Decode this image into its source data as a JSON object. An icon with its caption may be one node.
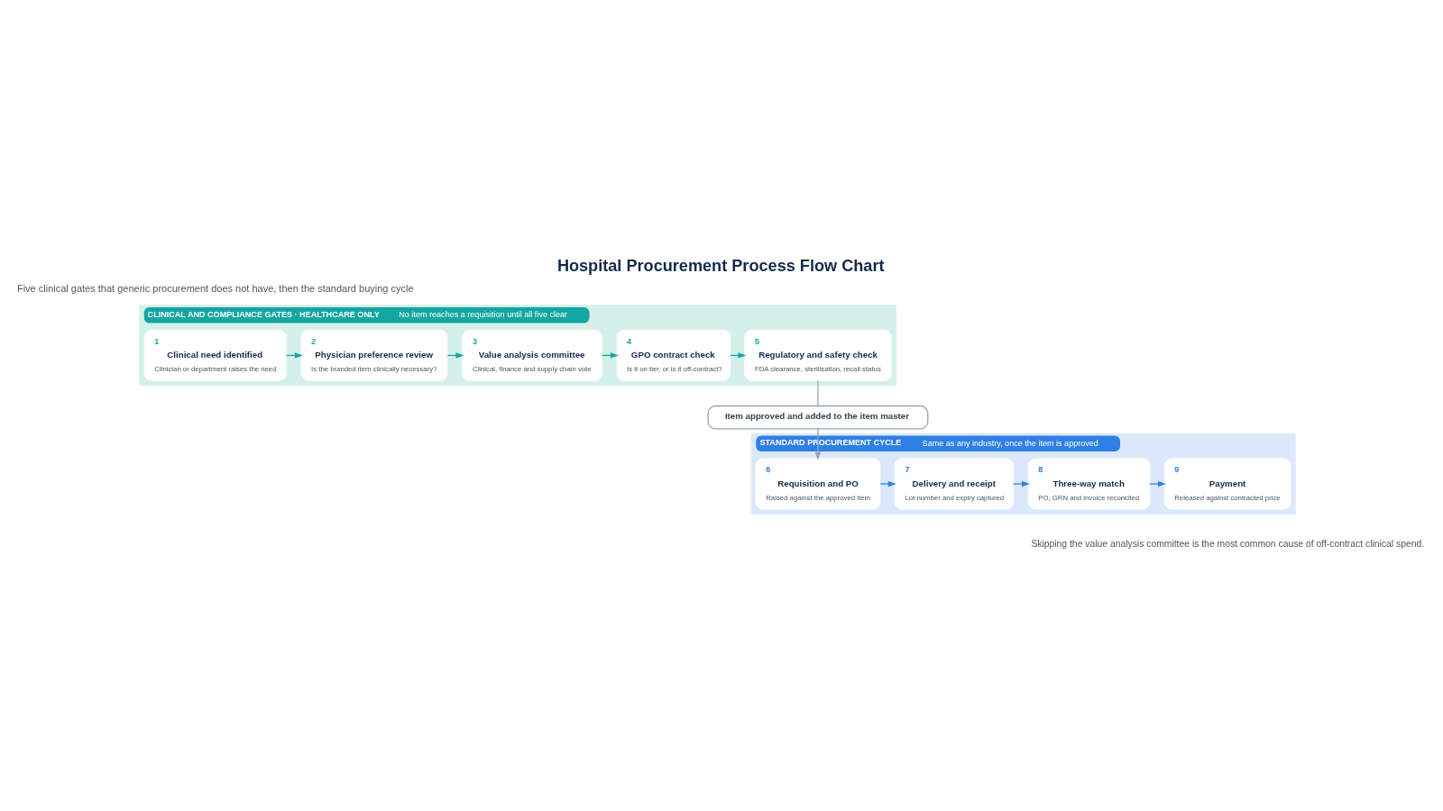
{
  "diagram": {
    "title": "Hospital Procurement Process Flow Chart",
    "caption": "Skipping the value analysis committee is the most common cause of off-contract clinical spend.",
    "nodes": [
      {
        "text": [
          "CLINICAL AND COMPLIANCE GATES · HEALTHCARE ONLY",
          "No item reaches a requisition until all five clear"
        ]
      },
      {
        "text": [
          "1",
          "Clinical need identified",
          "Clinician or department raises the need"
        ],
        "in": 0
      },
      {
        "text": [
          "2",
          "Physician preference review",
          "Is the branded item clinically necessary?"
        ],
        "in": 0
      },
      {
        "text": [
          "3",
          "Value analysis committee",
          "Clinical, finance and supply chain vote"
        ],
        "in": 0
      },
      {
        "text": [
          "4",
          "GPO contract check",
          "Is it on tier, or is it off-contract?"
        ],
        "in": 0
      },
      {
        "text": [
          "5",
          "Regulatory and safety check",
          "FDA clearance, sterilisation, recall status"
        ],
        "in": 0
      },
      {
        "text": [
          "Item approved and added to the item master"
        ]
      },
      {
        "text": [
          "STANDARD PROCUREMENT CYCLE",
          "Same as any industry, once the item is approved"
        ]
      },
      {
        "text": [
          "6",
          "Requisition and PO",
          "Raised against the approved item"
        ],
        "in": 7
      },
      {
        "text": [
          "7",
          "Delivery and receipt",
          "Lot number and expiry captured"
        ],
        "in": 7
      },
      {
        "text": [
          "8",
          "Three-way match",
          "PO, GRN and invoice reconciled"
        ],
        "in": 7
      },
      {
        "text": [
          "9",
          "Payment",
          "Released against contracted price"
        ],
        "in": 7
      }
    ],
    "edges": [
      {
        "from": 1,
        "to": 2,
        "arrow": "to"
      },
      {
        "from": 2,
        "to": 3,
        "arrow": "to"
      },
      {
        "from": 3,
        "to": 4,
        "arrow": "to"
      },
      {
        "from": 4,
        "to": 5,
        "arrow": "to"
      },
      {
        "from": 5,
        "to": 6,
        "arrow": "none",
        "color": "#94a3b8"
      },
      {
        "from": 6,
        "to": 8,
        "arrow": "to",
        "color": "#94a3b8"
      },
      {
        "from": 8,
        "to": 9,
        "arrow": "to"
      },
      {
        "from": 9,
        "to": 10,
        "arrow": "to"
      },
      {
        "from": 10,
        "to": 11,
        "arrow": "to"
      }
    ],
    "labels": [
      "Five clinical gates that generic procurement does not have, then the standard buying cycle"
    ]
  }
}
